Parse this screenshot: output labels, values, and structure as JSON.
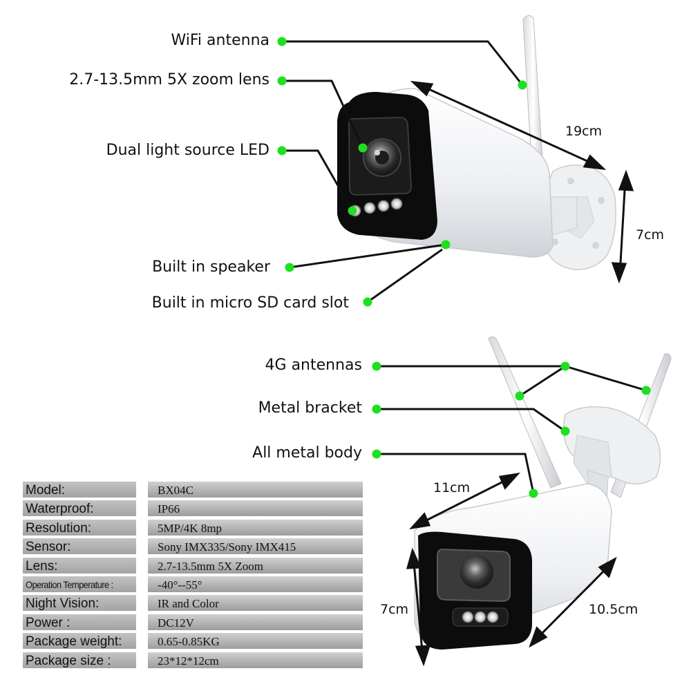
{
  "callouts_top": {
    "wifi_antenna": "WiFi antenna",
    "zoom_lens": "2.7-13.5mm 5X zoom lens",
    "dual_led": "Dual light source LED",
    "speaker": "Built in speaker",
    "sd_slot": "Built in micro SD card slot"
  },
  "callouts_bottom": {
    "antennas_4g": "4G antennas",
    "metal_bracket": "Metal bracket",
    "metal_body": "All metal body"
  },
  "dimensions_top": {
    "length": "19cm",
    "height": "7cm"
  },
  "dimensions_bottom": {
    "top_length": "11cm",
    "front_height": "7cm",
    "side_length": "10.5cm"
  },
  "specs": [
    {
      "key": "Model:",
      "value": "BX04C"
    },
    {
      "key": "Waterproof:",
      "value": "IP66"
    },
    {
      "key": "Resolution:",
      "value": "5MP/4K 8mp"
    },
    {
      "key": "Sensor:",
      "value": "Sony IMX335/Sony IMX415"
    },
    {
      "key": "Lens:",
      "value": "2.7-13.5mm 5X Zoom"
    },
    {
      "key": "Operation Temperature :",
      "value": "-40°--55°"
    },
    {
      "key": "Night Vision:",
      "value": "IR and Color"
    },
    {
      "key": "Power :",
      "value": "DC12V"
    },
    {
      "key": "Package weight:",
      "value": "0.65-0.85KG"
    },
    {
      "key": "Package size :",
      "value": "23*12*12cm"
    }
  ],
  "colors": {
    "dot": "#1ee01e",
    "leader": "#111111",
    "camera_body": "#f4f5f7",
    "camera_face": "#0c0c0c"
  }
}
